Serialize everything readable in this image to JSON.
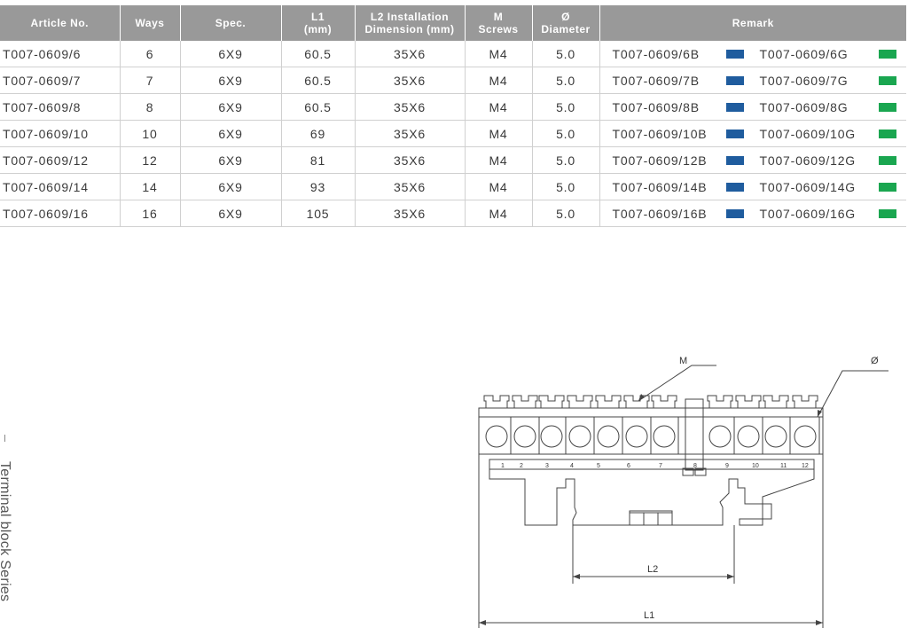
{
  "table": {
    "headers": [
      {
        "line1": "Article No.",
        "line2": ""
      },
      {
        "line1": "Ways",
        "line2": ""
      },
      {
        "line1": "Spec.",
        "line2": ""
      },
      {
        "line1": "L1",
        "line2": "(mm)"
      },
      {
        "line1": "L2 Installation",
        "line2": "Dimension (mm)"
      },
      {
        "line1": "M",
        "line2": "Screws"
      },
      {
        "line1": "Ø",
        "line2": "Diameter"
      },
      {
        "line1": "Remark",
        "line2": ""
      }
    ],
    "rows": [
      {
        "article": "T007-0609/6",
        "ways": "6",
        "spec": "6X9",
        "l1": "60.5",
        "l2": "35X6",
        "m": "M4",
        "dia": "5.0",
        "remark_b": "T007-0609/6B",
        "remark_g": "T007-0609/6G"
      },
      {
        "article": "T007-0609/7",
        "ways": "7",
        "spec": "6X9",
        "l1": "60.5",
        "l2": "35X6",
        "m": "M4",
        "dia": "5.0",
        "remark_b": "T007-0609/7B",
        "remark_g": "T007-0609/7G"
      },
      {
        "article": "T007-0609/8",
        "ways": "8",
        "spec": "6X9",
        "l1": "60.5",
        "l2": "35X6",
        "m": "M4",
        "dia": "5.0",
        "remark_b": "T007-0609/8B",
        "remark_g": "T007-0609/8G"
      },
      {
        "article": "T007-0609/10",
        "ways": "10",
        "spec": "6X9",
        "l1": "69",
        "l2": "35X6",
        "m": "M4",
        "dia": "5.0",
        "remark_b": "T007-0609/10B",
        "remark_g": "T007-0609/10G"
      },
      {
        "article": "T007-0609/12",
        "ways": "12",
        "spec": "6X9",
        "l1": "81",
        "l2": "35X6",
        "m": "M4",
        "dia": "5.0",
        "remark_b": "T007-0609/12B",
        "remark_g": "T007-0609/12G"
      },
      {
        "article": "T007-0609/14",
        "ways": "14",
        "spec": "6X9",
        "l1": "93",
        "l2": "35X6",
        "m": "M4",
        "dia": "5.0",
        "remark_b": "T007-0609/14B",
        "remark_g": "T007-0609/14G"
      },
      {
        "article": "T007-0609/16",
        "ways": "16",
        "spec": "6X9",
        "l1": "105",
        "l2": "35X6",
        "m": "M4",
        "dia": "5.0",
        "remark_b": "T007-0609/16B",
        "remark_g": "T007-0609/16G"
      }
    ]
  },
  "colors": {
    "blue": "#1f5c9e",
    "green": "#1aa650",
    "header_bg": "#999999"
  },
  "side_label": "Terminal block Series",
  "diagram": {
    "label_m": "M",
    "label_dia": "Ø",
    "label_l1": "L1",
    "label_l2": "L2",
    "terminal_numbers": [
      "1",
      "2",
      "3",
      "4",
      "5",
      "6",
      "7",
      "8",
      "9",
      "10",
      "11",
      "12"
    ]
  }
}
